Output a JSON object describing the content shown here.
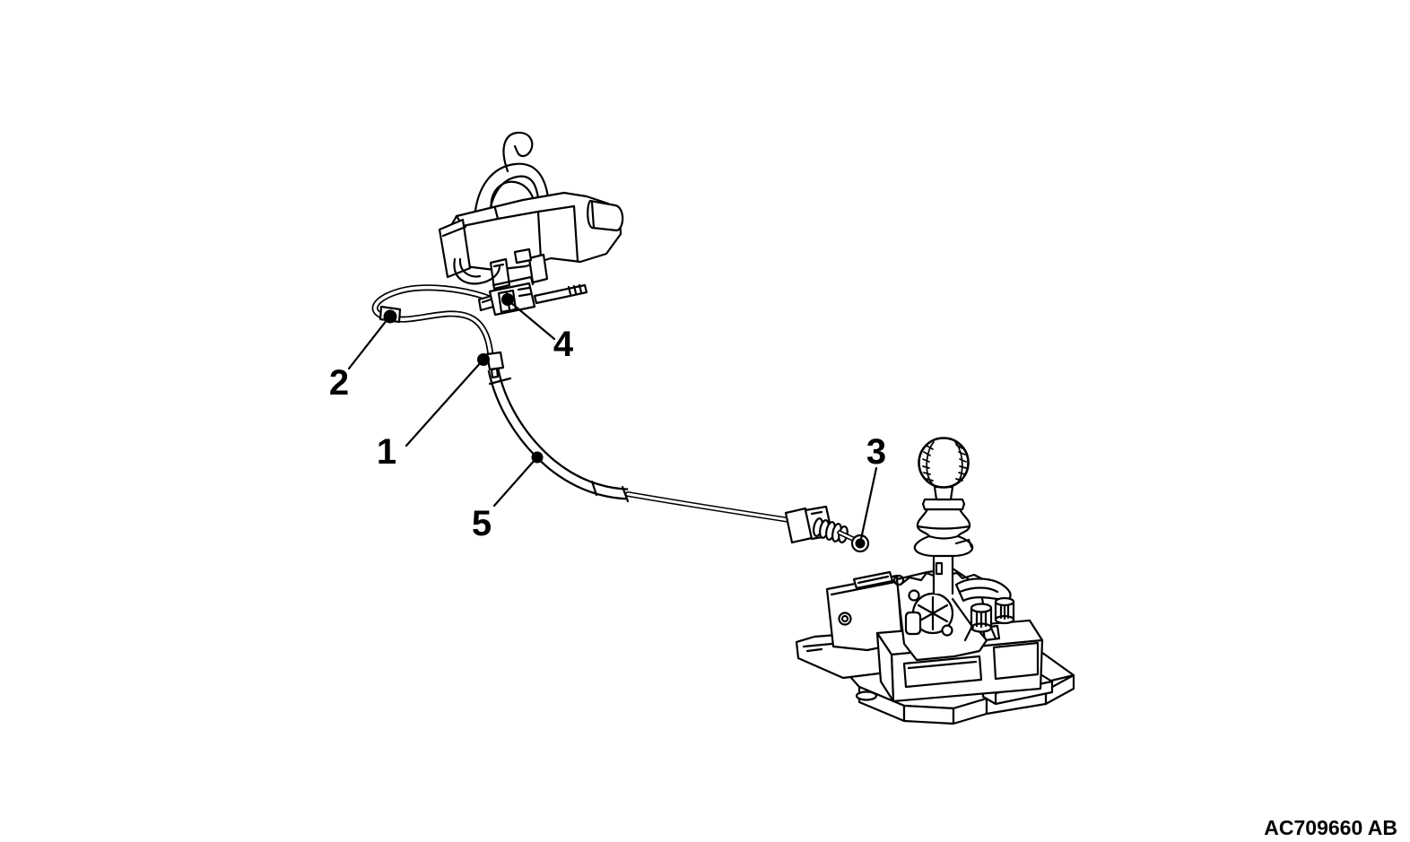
{
  "figure": {
    "reference_code": "AC709660 AB",
    "line_color": "#000000",
    "background_color": "#ffffff"
  },
  "callouts": [
    {
      "label": "1"
    },
    {
      "label": "2"
    },
    {
      "label": "3"
    },
    {
      "label": "4"
    },
    {
      "label": "5"
    }
  ]
}
